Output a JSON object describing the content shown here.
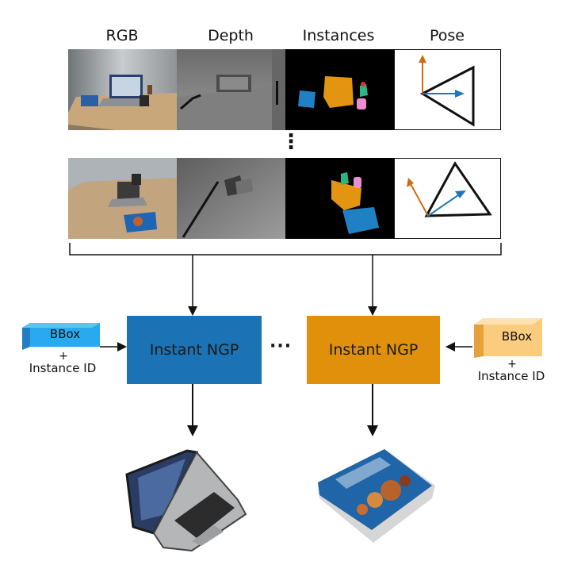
{
  "columns": [
    "RGB",
    "Depth",
    "Instances",
    "Pose"
  ],
  "models": [
    {
      "label": "Instant NGP",
      "color": "#1b72b5"
    },
    {
      "label": "Instant NGP",
      "color": "#e0900a"
    }
  ],
  "inputs": [
    {
      "bbox_label": "BBox",
      "plus": "+",
      "id_label": "Instance ID",
      "color": "#2aa6e6"
    },
    {
      "bbox_label": "BBox",
      "plus": "+",
      "id_label": "Instance ID",
      "color": "#fbc97a"
    }
  ],
  "gap_marker": "···",
  "vertical_gap_marker": "⋮"
}
